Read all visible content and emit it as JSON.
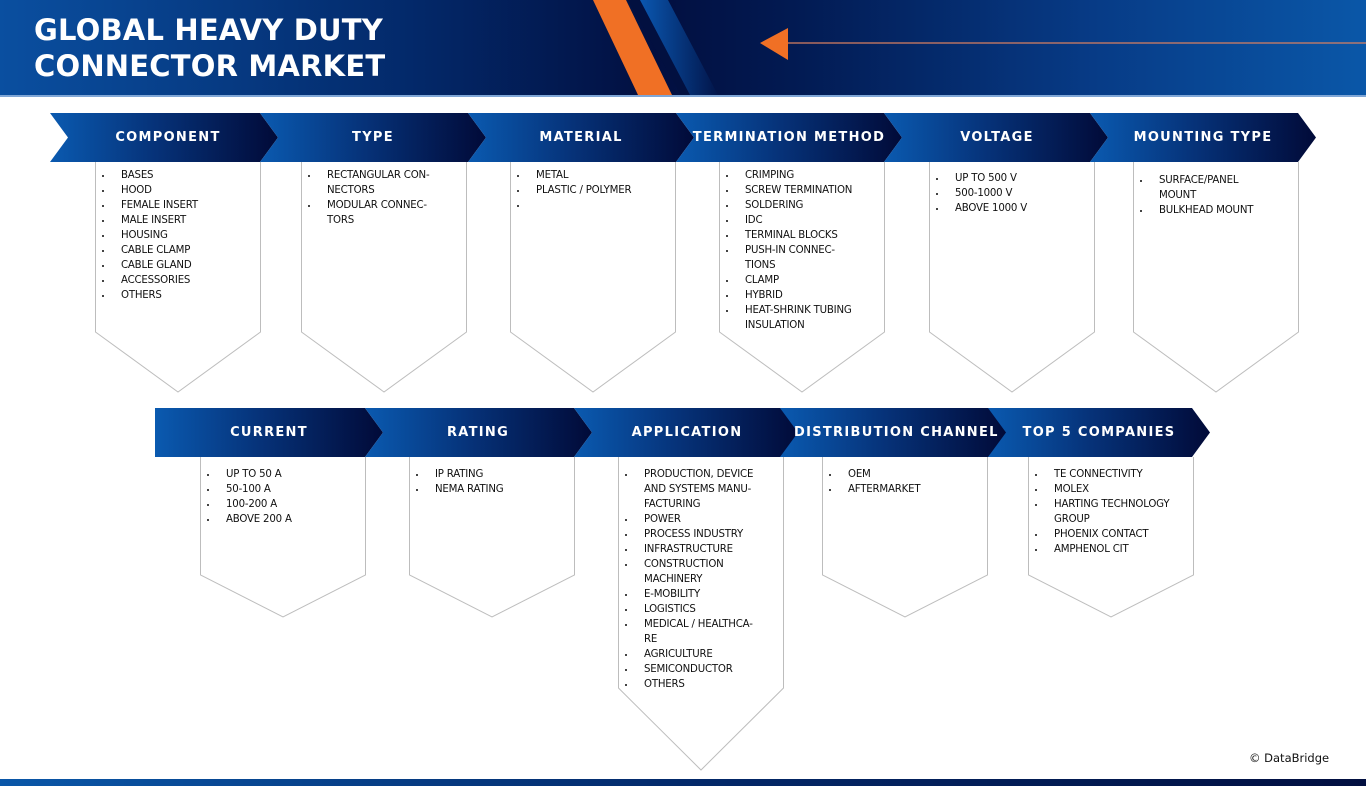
{
  "header": {
    "title": "GLOBAL HEAVY DUTY CONNECTOR MARKET",
    "colors": {
      "navy": "#020f40",
      "blue": "#0a4fa0",
      "accent_orange": "#f07025"
    },
    "icon": "left-arrow-icon"
  },
  "segments_row1": [
    {
      "title": "COMPONENT",
      "items": [
        "BASES",
        "HOOD",
        "FEMALE INSERT",
        "MALE INSERT",
        "HOUSING",
        "CABLE CLAMP",
        "CABLE GLAND",
        "ACCESSORIES",
        "OTHERS"
      ]
    },
    {
      "title": "TYPE",
      "items": [
        "RECTANGULAR CON-NECTORS",
        "MODULAR CONNEC-TORS"
      ]
    },
    {
      "title": "MATERIAL",
      "items": [
        "METAL",
        "PLASTIC / POLYMER",
        ""
      ]
    },
    {
      "title": "TERMINATION METHOD",
      "items": [
        "CRIMPING",
        "SCREW TERMINATION",
        "SOLDERING",
        "IDC",
        "TERMINAL BLOCKS",
        "PUSH-IN CONNEC-TIONS",
        "CLAMP",
        "HYBRID",
        "HEAT-SHRINK TUBING INSULATION"
      ]
    },
    {
      "title": "VOLTAGE",
      "items": [
        "UP TO 500 V",
        "500-1000 V",
        "ABOVE 1000 V"
      ]
    },
    {
      "title": "MOUNTING TYPE",
      "items": [
        "SURFACE/PANEL MOUNT",
        "BULKHEAD MOUNT"
      ]
    }
  ],
  "segments_row2": [
    {
      "title": "CURRENT",
      "items": [
        "UP TO 50 A",
        "50-100 A",
        "100-200 A",
        "ABOVE 200 A"
      ]
    },
    {
      "title": "RATING",
      "items": [
        "IP RATING",
        "NEMA RATING"
      ]
    },
    {
      "title": "APPLICATION",
      "items": [
        "PRODUCTION, DEVICE AND SYSTEMS MANU-FACTURING",
        "POWER",
        "PROCESS INDUSTRY",
        "INFRASTRUCTURE",
        "CONSTRUCTION MACHINERY",
        "E-MOBILITY",
        "LOGISTICS",
        "MEDICAL / HEALTHCA-RE",
        "AGRICULTURE",
        "SEMICONDUCTOR",
        "OTHERS"
      ]
    },
    {
      "title": "DISTRIBUTION CHANNEL",
      "items": [
        "OEM",
        "AFTERMARKET"
      ]
    },
    {
      "title": "TOP 5 COMPANIES",
      "items": [
        "TE CONNECTIVITY",
        "MOLEX",
        "HARTING TECHNOLOGY GROUP",
        "PHOENIX CONTACT",
        "AMPHENOL CIT"
      ]
    }
  ],
  "footer": {
    "copyright": "© DataBridge"
  }
}
